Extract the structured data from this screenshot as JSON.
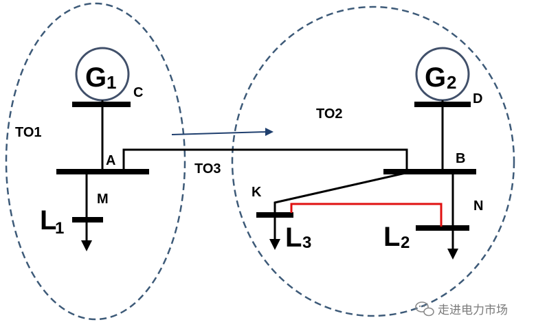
{
  "regions": [
    {
      "id": "to1",
      "label": "TO1"
    },
    {
      "id": "to2",
      "label": "TO2"
    },
    {
      "id": "to3",
      "label": "TO3"
    }
  ],
  "generators": [
    {
      "id": "g1",
      "letter": "G",
      "sub": "1"
    },
    {
      "id": "g2",
      "letter": "G",
      "sub": "2"
    }
  ],
  "nodes": {
    "C": "C",
    "D": "D",
    "A": "A",
    "B": "B",
    "M": "M",
    "N": "N",
    "K": "K"
  },
  "loads": [
    {
      "id": "l1",
      "letter": "L",
      "sub": "1"
    },
    {
      "id": "l2",
      "letter": "L",
      "sub": "2"
    },
    {
      "id": "l3",
      "letter": "L",
      "sub": "3"
    }
  ],
  "colors": {
    "region_border": "#3d5a78",
    "line": "#000000",
    "highlight_line": "#e01010",
    "flow_arrow": "#1f3f6e"
  },
  "watermark": {
    "icon": "wechat-icon",
    "text": "走进电力市场"
  }
}
